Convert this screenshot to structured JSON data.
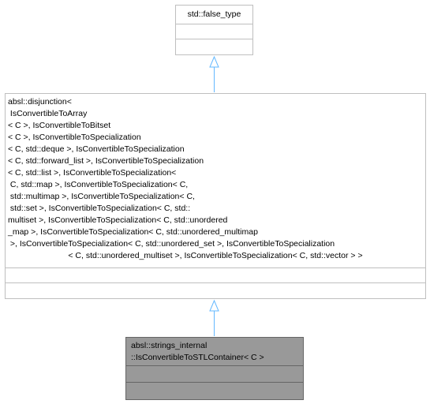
{
  "nodes": {
    "base": {
      "title": "std::false_type"
    },
    "middle": {
      "lines": [
        "absl::disjunction<",
        " IsConvertibleToArray",
        "< C >, IsConvertibleToBitset",
        "< C >, IsConvertibleToSpecialization",
        "< C, std::deque >, IsConvertibleToSpecialization",
        "< C, std::forward_list >, IsConvertibleToSpecialization",
        "< C, std::list >, IsConvertibleToSpecialization<",
        " C, std::map >, IsConvertibleToSpecialization< C,",
        " std::multimap >, IsConvertibleToSpecialization< C,",
        " std::set >, IsConvertibleToSpecialization< C, std::",
        "multiset >, IsConvertibleToSpecialization< C, std::unordered",
        "_map >, IsConvertibleToSpecialization< C, std::unordered_multimap",
        " >, IsConvertibleToSpecialization< C, std::unordered_set >, IsConvertibleToSpecialization",
        "< C, std::unordered_multiset >, IsConvertibleToSpecialization< C, std::vector > >"
      ]
    },
    "derived": {
      "lines": [
        "absl::strings_internal",
        "::IsConvertibleToSTLContainer< C >"
      ]
    }
  },
  "colors": {
    "edge": "#63b8ff",
    "node_border": "#bfbfbf",
    "highlight_fill": "#999999"
  }
}
